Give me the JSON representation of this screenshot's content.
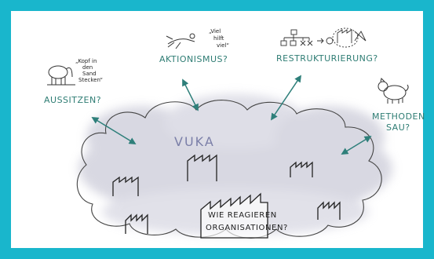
{
  "colors": {
    "frame": "#19b6cc",
    "cloud": "#c9c9d6",
    "arrow": "#2e7f7a",
    "label": "#2f7d74",
    "ink": "#1f1f1f"
  },
  "cloud_label": "VUKA",
  "center_box": {
    "line1": "WIE REAGIEREN",
    "line2": "ORGANISATIONEN?"
  },
  "options": [
    {
      "label": "AUSSITZEN?",
      "speech": [
        "„Kopf in",
        "den",
        "Sand",
        "Stecken“"
      ],
      "icon": "ostrich-icon"
    },
    {
      "label": "AKTIONISMUS?",
      "speech": [
        "„Viel",
        "hilft",
        "viel“"
      ],
      "icon": "running-person-icon"
    },
    {
      "label": "RESTRUKTURIERUNG?",
      "speech": [],
      "icon": "org-chart-icon"
    },
    {
      "label": "METHODEN",
      "label2": "SAU?",
      "speech": [],
      "icon": "pig-icon"
    }
  ]
}
